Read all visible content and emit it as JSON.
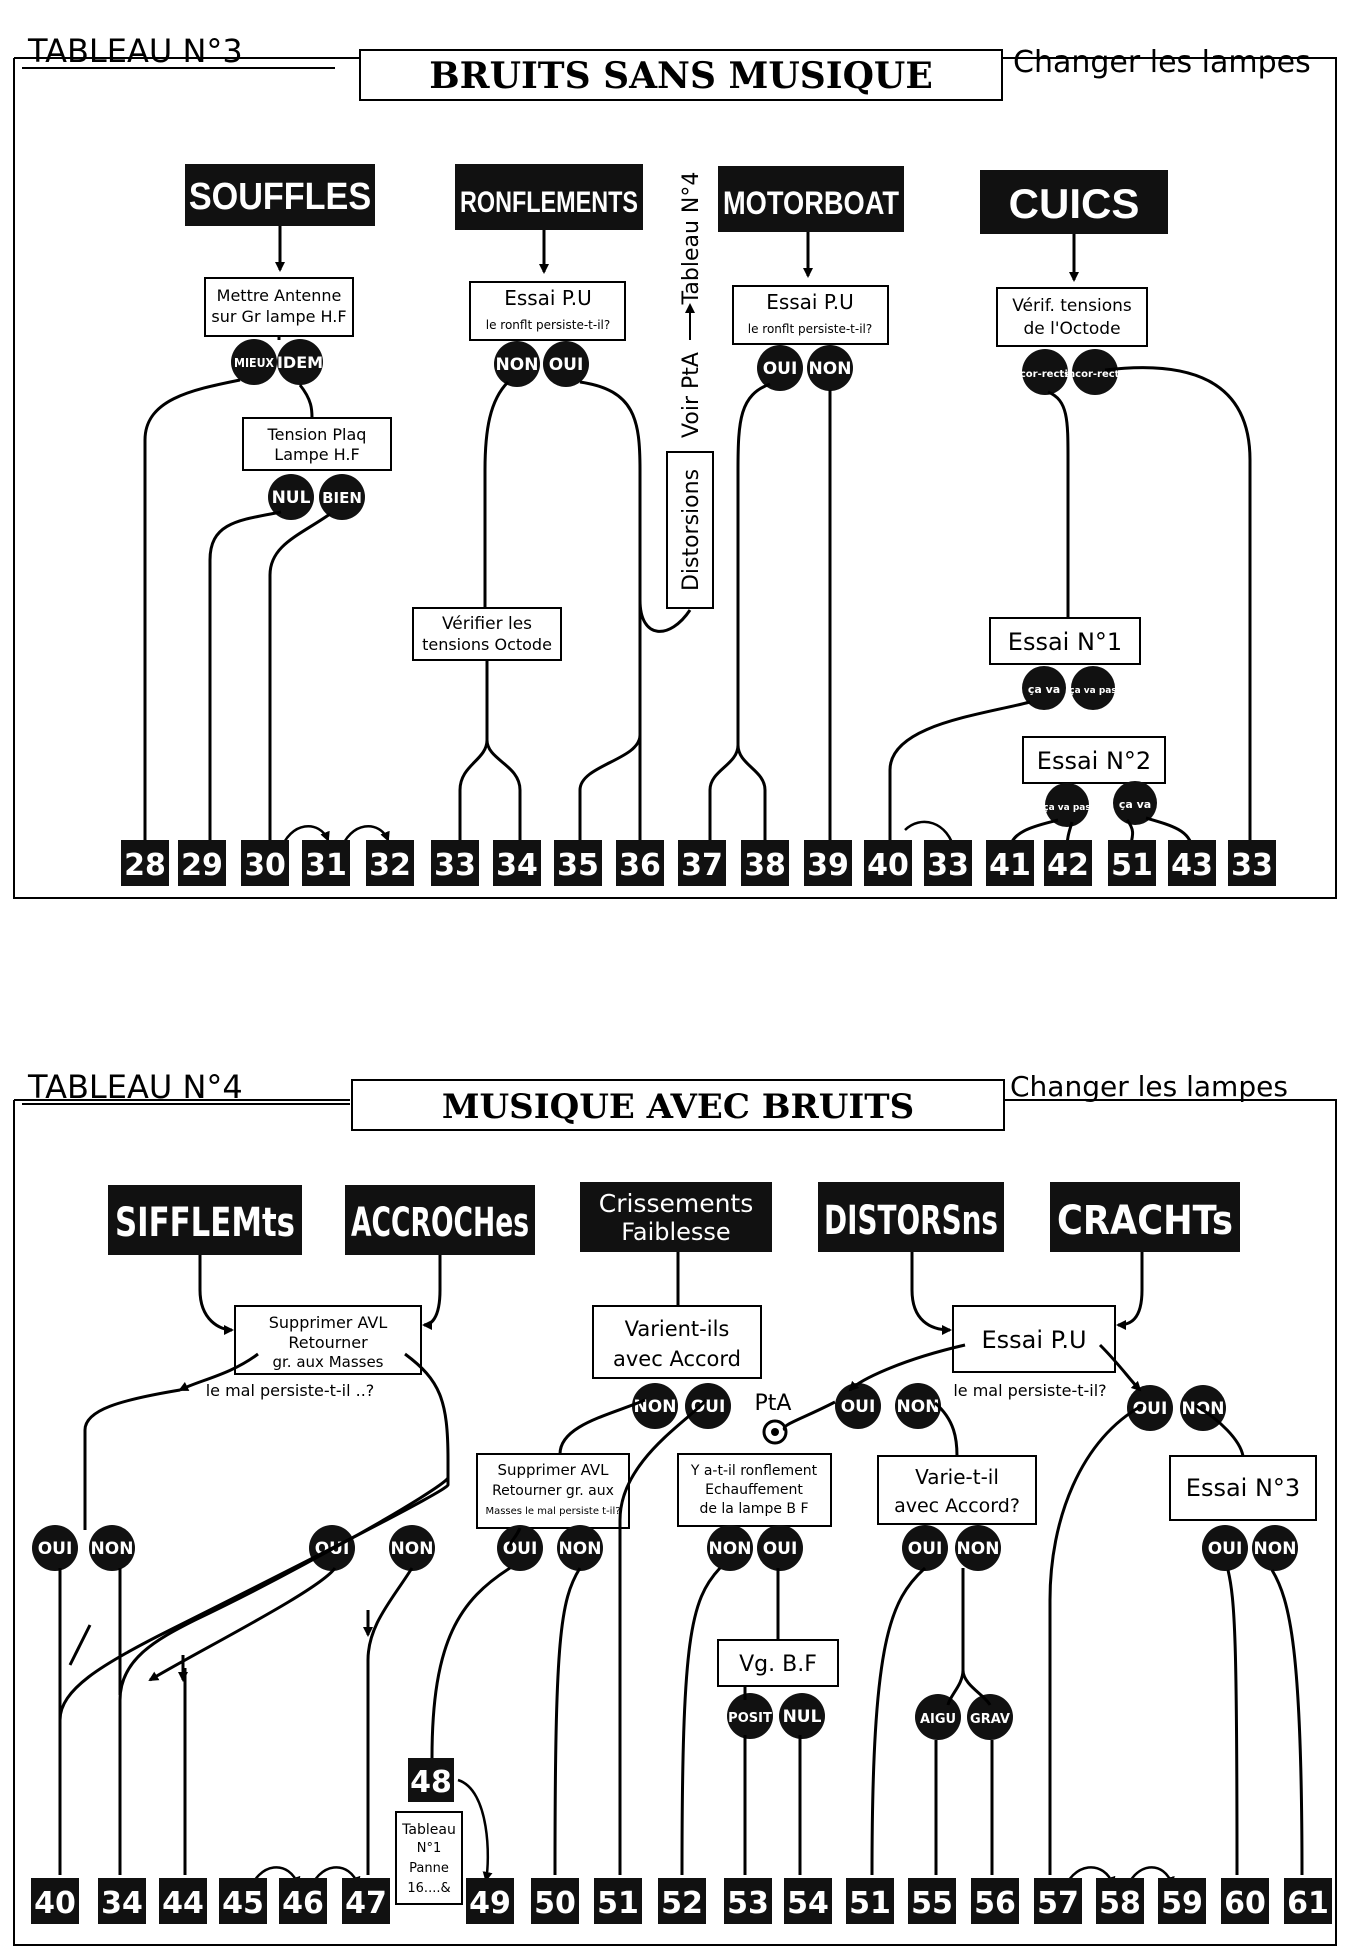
{
  "tableau3": {
    "label": "TABLEAU N°3",
    "title": "BRUITS SANS MUSIQUE",
    "corner_note": "Changer les lampes",
    "side_note_voir": "Voir PtA",
    "side_note_tableau": "Tableau N°4",
    "headers": [
      {
        "id": "souffles",
        "text": "SOUFFLES"
      },
      {
        "id": "ronflements",
        "text": "RONFLEMENTS"
      },
      {
        "id": "motorboat",
        "text": "MOTORBOAT"
      },
      {
        "id": "cuics",
        "text": "CUICS"
      }
    ],
    "boxes": [
      {
        "id": "antenne",
        "text": [
          "Mettre Antenne",
          "sur Gr lampe H.F"
        ]
      },
      {
        "id": "tension",
        "text": [
          "Tension Plaq",
          "Lampe H.F"
        ]
      },
      {
        "id": "essai_pu_a",
        "text": [
          "Essai P.U",
          "le ronflt persiste-t-il?"
        ]
      },
      {
        "id": "essai_pu_b",
        "text": [
          "Essai P.U",
          "le ronflt persiste-t-il?"
        ]
      },
      {
        "id": "verif_oct",
        "text": [
          "Vérif. tensions",
          "de l'Octode"
        ]
      },
      {
        "id": "verif_tens",
        "text": [
          "Vérifier les",
          "tensions Octode"
        ]
      },
      {
        "id": "distorsions",
        "text": [
          "Distorsions"
        ]
      },
      {
        "id": "essai1",
        "text": [
          "Essai N°1"
        ]
      },
      {
        "id": "essai2",
        "text": [
          "Essai N°2"
        ]
      }
    ],
    "circles": [
      {
        "id": "mieux",
        "text": "MIEUX"
      },
      {
        "id": "idem",
        "text": "IDEM"
      },
      {
        "id": "nul",
        "text": "NUL"
      },
      {
        "id": "bien",
        "text": "BIEN"
      },
      {
        "id": "non_a",
        "text": "NON"
      },
      {
        "id": "oui_a",
        "text": "OUI"
      },
      {
        "id": "oui_b",
        "text": "OUI"
      },
      {
        "id": "non_b",
        "text": "NON"
      },
      {
        "id": "correct",
        "text": "cor-rects"
      },
      {
        "id": "incorrect",
        "text": "incor-rects"
      },
      {
        "id": "cava1",
        "text": "ça va"
      },
      {
        "id": "cavapas1",
        "text": "ça va pas"
      },
      {
        "id": "cavapas2",
        "text": "ça va pas"
      },
      {
        "id": "cava2",
        "text": "ça va"
      }
    ],
    "outcomes": [
      "28",
      "29",
      "30",
      "31",
      "32",
      "33",
      "34",
      "35",
      "36",
      "37",
      "38",
      "39",
      "40",
      "33",
      "41",
      "42",
      "51",
      "43",
      "33"
    ]
  },
  "tableau4": {
    "label": "TABLEAU N°4",
    "title": "MUSIQUE AVEC BRUITS",
    "corner_note": "Changer les lampes",
    "pta_label": "PtA",
    "headers": [
      {
        "id": "sifflem",
        "text": "SIFFLEMts"
      },
      {
        "id": "accroch",
        "text": "ACCROCHes"
      },
      {
        "id": "crissements",
        "text": [
          "Crissements",
          "Faiblesse"
        ]
      },
      {
        "id": "distors",
        "text": "DISTORSns"
      },
      {
        "id": "cracht",
        "text": "CRACHTs"
      }
    ],
    "boxes": [
      {
        "id": "supprimer1",
        "text": [
          "Supprimer AVL",
          "Retourner",
          "gr. aux Masses"
        ]
      },
      {
        "id": "varient",
        "text": [
          "Varient-ils",
          "avec Accord"
        ]
      },
      {
        "id": "essai_pu",
        "text": [
          "Essai P.U"
        ]
      },
      {
        "id": "supprimer2",
        "text": [
          "Supprimer AVL",
          "Retourner gr. aux",
          "Masses le mal persiste t-il?"
        ]
      },
      {
        "id": "yatil",
        "text": [
          "Y a-t-il ronflement",
          "Echauffement",
          "de la lampe B F"
        ]
      },
      {
        "id": "varietil",
        "text": [
          "Varie-t-il",
          "avec Accord?"
        ]
      },
      {
        "id": "essai3",
        "text": [
          "Essai N°3"
        ]
      },
      {
        "id": "vg",
        "text": [
          "Vg. B.F"
        ]
      },
      {
        "id": "b48",
        "text": [
          "48"
        ]
      },
      {
        "id": "tableau1",
        "text": [
          "Tableau",
          "N°1",
          "Panne",
          "16....&"
        ]
      }
    ],
    "captions": [
      {
        "id": "lemal1",
        "text": "le mal persiste-t-il ..?"
      },
      {
        "id": "lemal2",
        "text": "le mal persiste-t-il?"
      }
    ],
    "circles": [
      {
        "id": "oui1",
        "text": "OUI"
      },
      {
        "id": "non1",
        "text": "NON"
      },
      {
        "id": "oui2",
        "text": "OUI"
      },
      {
        "id": "non2",
        "text": "NON"
      },
      {
        "id": "non3",
        "text": "NON"
      },
      {
        "id": "oui3",
        "text": "OUI"
      },
      {
        "id": "oui4",
        "text": "OUI"
      },
      {
        "id": "non4",
        "text": "NON"
      },
      {
        "id": "oui5",
        "text": "OUI"
      },
      {
        "id": "non5",
        "text": "NON"
      },
      {
        "id": "oui6",
        "text": "OUI"
      },
      {
        "id": "non6",
        "text": "NON"
      },
      {
        "id": "non7",
        "text": "NON"
      },
      {
        "id": "oui7",
        "text": "OUI"
      },
      {
        "id": "oui8",
        "text": "OUI"
      },
      {
        "id": "non8",
        "text": "NON"
      },
      {
        "id": "oui9",
        "text": "OUI"
      },
      {
        "id": "non9",
        "text": "NON"
      },
      {
        "id": "posit",
        "text": "POSIT"
      },
      {
        "id": "nul",
        "text": "NUL"
      },
      {
        "id": "aigu",
        "text": "AIGU"
      },
      {
        "id": "grav",
        "text": "GRAV"
      }
    ],
    "outcomes": [
      "40",
      "34",
      "44",
      "45",
      "46",
      "47",
      "49",
      "50",
      "51",
      "52",
      "53",
      "54",
      "51",
      "55",
      "56",
      "57",
      "58",
      "59",
      "60",
      "61"
    ]
  }
}
